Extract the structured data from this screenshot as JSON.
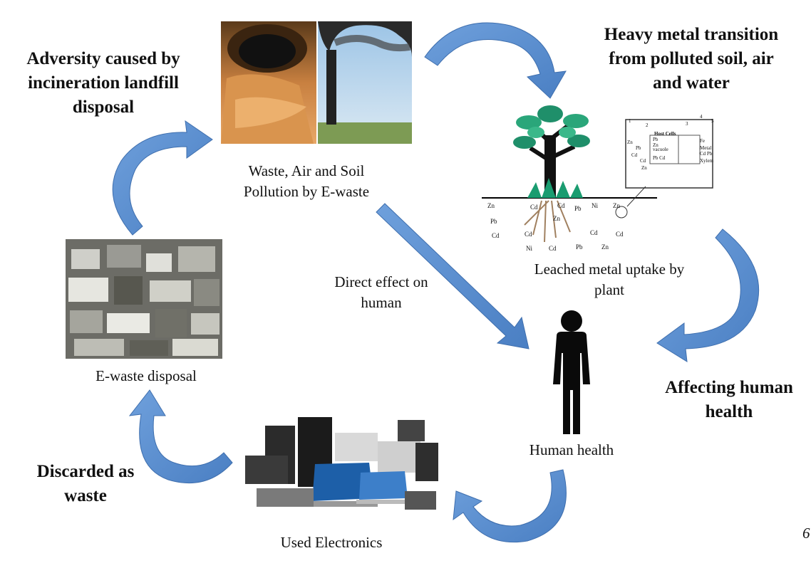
{
  "headings": {
    "adversity": [
      "Adversity caused by",
      "incineration landfill",
      "disposal"
    ],
    "heavy_metal": [
      "Heavy metal transition",
      "from polluted soil, air",
      "and water"
    ],
    "affecting": [
      "Affecting human",
      "health"
    ],
    "discarded": [
      "Discarded as",
      "waste"
    ]
  },
  "captions": {
    "pollution": [
      "Waste, Air and Soil",
      "Pollution by E-waste"
    ],
    "leached": [
      "Leached metal uptake by",
      "plant"
    ],
    "direct": [
      "Direct effect on",
      "human"
    ],
    "ewaste": "E-waste disposal",
    "human": "Human health",
    "used": "Used Electronics"
  },
  "edge_text": "6",
  "root_labels": [
    "Zn",
    "Pb",
    "Cd",
    "Cd",
    "Ni",
    "Cd",
    "Pb",
    "Zn",
    "Cd",
    "Cd",
    "Ni",
    "Zn",
    "Cd",
    "Pb",
    "Cd",
    "Zn"
  ],
  "cell_labels": {
    "host": "Host Cells",
    "vacuole": "vacuole",
    "left": [
      "Zn",
      "Pb",
      "Cd",
      "Cd",
      "Zn"
    ],
    "mid": [
      "Pb",
      "Zn",
      "Pb Cd"
    ],
    "right": [
      "Fe",
      "Metal",
      "Cd Pb",
      "Xylem"
    ],
    "circles": [
      "1",
      "2",
      "3",
      "4",
      "5"
    ]
  },
  "colors": {
    "arrow": "#5b8ed0",
    "arrow_dark": "#3f6fae",
    "silhouette": "#0a0a0a"
  }
}
